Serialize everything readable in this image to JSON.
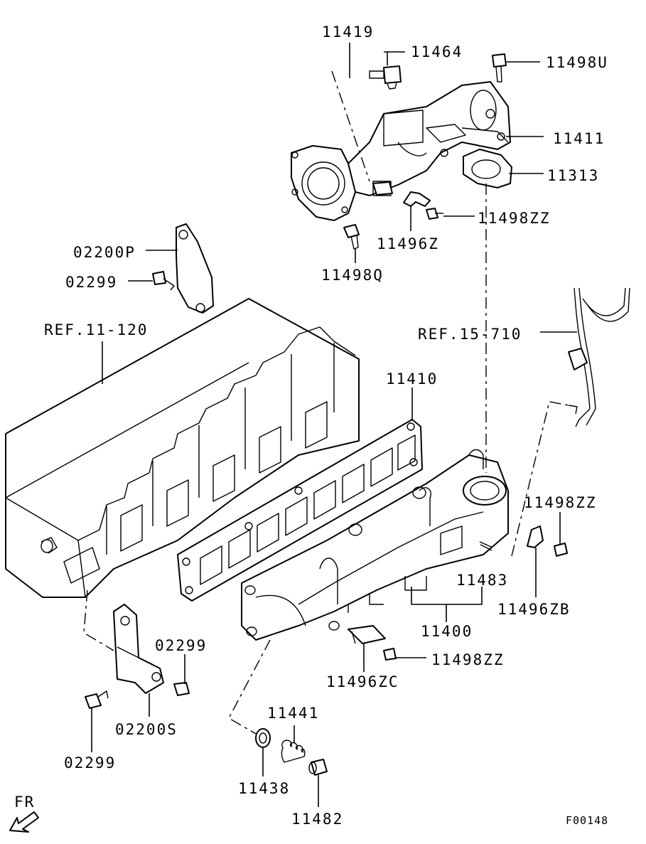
{
  "callouts": {
    "c11419": "11419",
    "c11464": "11464",
    "c11498U": "11498U",
    "c11411": "11411",
    "c11313": "11313",
    "c11498ZZ_a": "11498ZZ",
    "c11496Z": "11496Z",
    "c11498Q": "11498Q",
    "c02200P": "02200P",
    "c02299_a": "02299",
    "ref11120": "REF.11-120",
    "ref15710": "REF.15-710",
    "c11410": "11410",
    "c11498ZZ_b": "11498ZZ",
    "c11483": "11483",
    "c11496ZB": "11496ZB",
    "c11400": "11400",
    "c02299_b": "02299",
    "c11498ZZ_c": "11498ZZ",
    "c11496ZC": "11496ZC",
    "c02200S": "02200S",
    "c11441": "11441",
    "c02299_c": "02299",
    "c11438": "11438",
    "c11482": "11482"
  },
  "orientation": {
    "label": "FR",
    "icon": "front-arrow-icon"
  },
  "figure_code": "F00148"
}
